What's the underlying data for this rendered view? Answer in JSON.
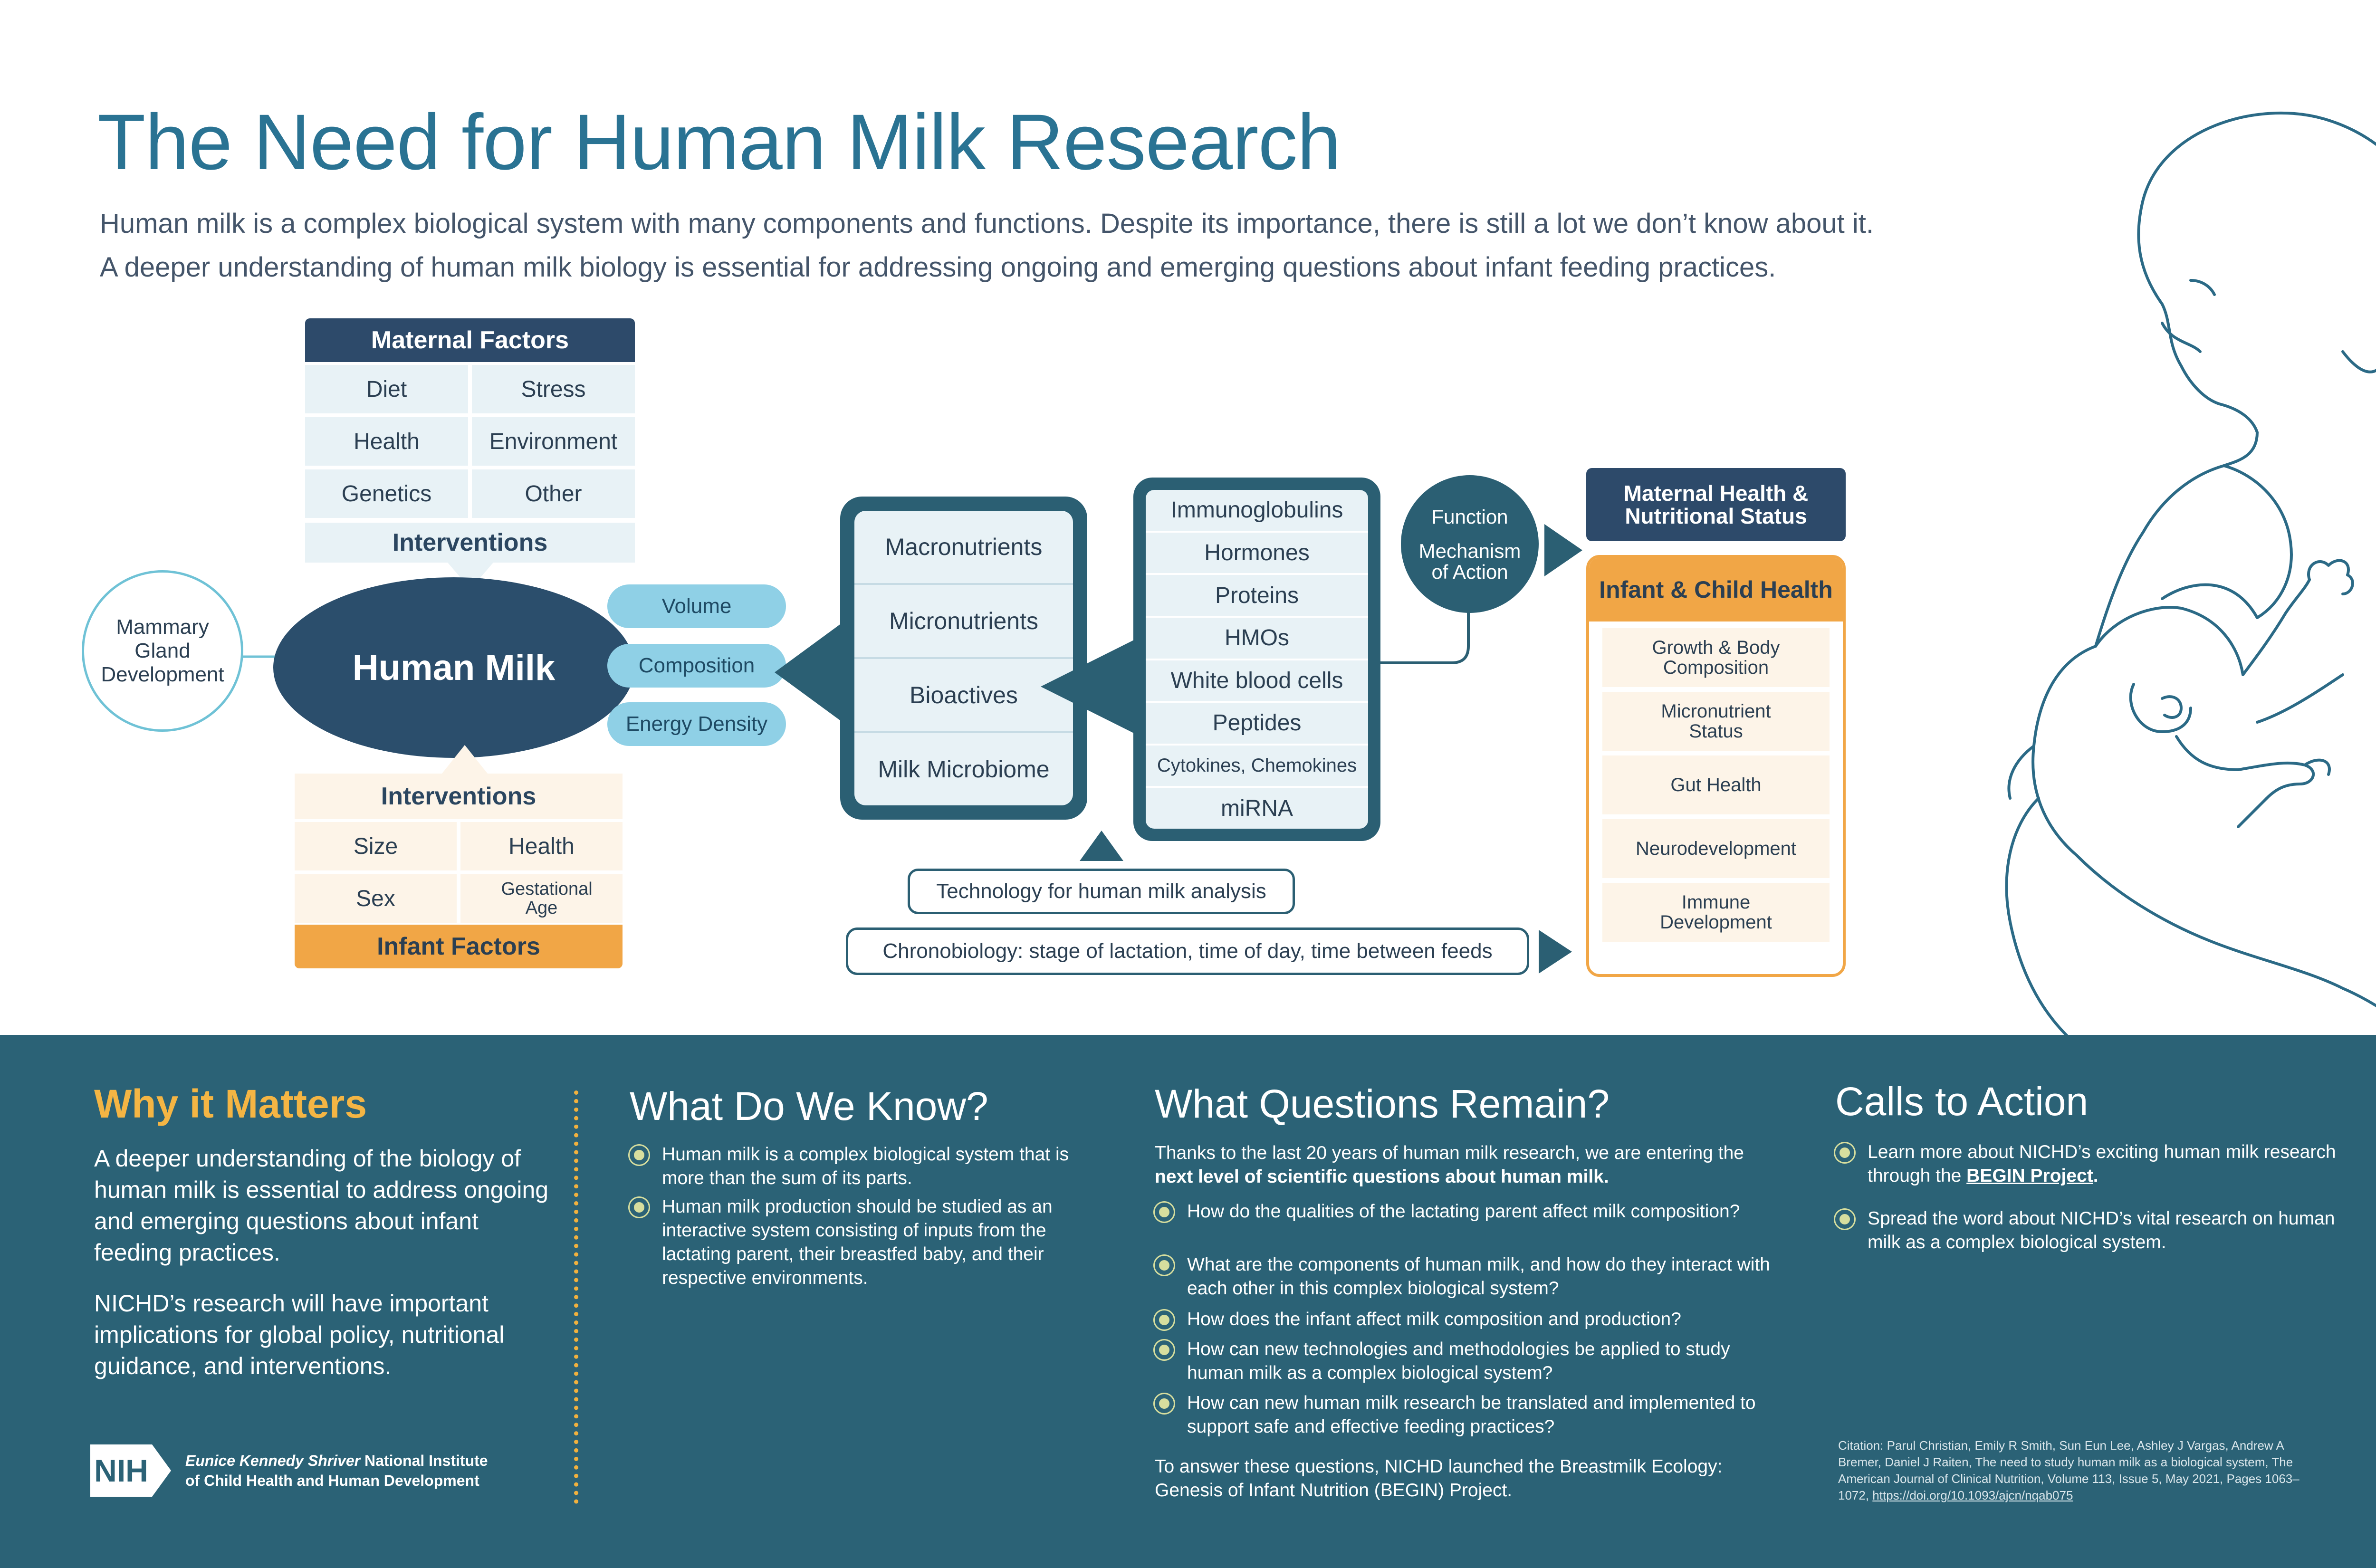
{
  "header": {
    "title": "The Need for Human Milk Research",
    "subtitle_line1": "Human milk is a complex biological system with many components and functions. Despite its importance, there is still a lot we don’t know about it.",
    "subtitle_line2": "A deeper understanding of human milk biology is essential for addressing ongoing and emerging questions about infant feeding practices."
  },
  "maternal": {
    "heading": "Maternal Factors",
    "cells": [
      "Diet",
      "Stress",
      "Health",
      "Environment",
      "Genetics",
      "Other"
    ],
    "interventions": "Interventions"
  },
  "mammary": {
    "line1": "Mammary",
    "line2": "Gland",
    "line3": "Development"
  },
  "human_milk": {
    "label": "Human Milk",
    "properties": [
      "Volume",
      "Composition",
      "Energy Density"
    ]
  },
  "infant": {
    "interventions": "Interventions",
    "cells": [
      "Size",
      "Health",
      "Sex",
      "Gestational Age"
    ],
    "heading": "Infant Factors"
  },
  "components": [
    "Macronutrients",
    "Micronutrients",
    "Bioactives",
    "Milk Microbiome"
  ],
  "bioactives": [
    "Immunoglobulins",
    "Hormones",
    "Proteins",
    "HMOs",
    "White blood cells",
    "Peptides",
    "Cytokines, Chemokines",
    "miRNA"
  ],
  "function": {
    "line1": "Function",
    "line2": "Mechanism",
    "line3": "of Action"
  },
  "outcomes": {
    "maternal": "Maternal Health & Nutritional Status",
    "infant_heading": "Infant & Child Health",
    "infant_items": [
      "Growth & Body Composition",
      "Micronutrient Status",
      "Gut Health",
      "Neurodevelopment",
      "Immune Development"
    ]
  },
  "technology": "Technology for human milk analysis",
  "chronobiology": "Chronobiology: stage of lactation, time of day, time between feeds",
  "why": {
    "title": "Why it Matters",
    "p1": "A deeper understanding of the biology of human milk is essential to address ongoing and emerging questions about infant feeding practices.",
    "p2": "NICHD’s research will have important implications for global policy, nutritional guidance, and interventions."
  },
  "know": {
    "title": "What Do We Know?",
    "bullets": [
      "Human milk is a complex biological system that is more than the sum of its parts.",
      "Human milk production should be studied as an interactive system consisting of inputs from the lactating parent, their breastfed baby, and their respective environments."
    ]
  },
  "questions": {
    "title": "What Questions Remain?",
    "intro_plain": "Thanks to the last 20 years of human milk research, we are entering the ",
    "intro_bold": "next level of scientific questions about human milk.",
    "bullets": [
      "How do the qualities of the lactating parent affect milk composition?",
      "What are the components of human milk, and how do they interact with each other in this complex biological system?",
      "How does the infant affect milk composition and production?",
      "How can new technologies and methodologies be applied to study human milk as a complex biological system?",
      "How can new human milk research be translated and implemented to support safe and effective feeding practices?"
    ],
    "outro": "To answer these questions, NICHD launched the Breastmilk Ecology: Genesis of Infant Nutrition (BEGIN) Project."
  },
  "cta": {
    "title": "Calls to Action",
    "b1_plain": "Learn more about NICHD’s exciting human milk research through the ",
    "b1_link": "BEGIN Project",
    "b1_end": ".",
    "b2": "Spread the word about NICHD’s vital research on human milk as a complex biological system."
  },
  "logo": {
    "badge": "NIH",
    "line1_italic": "Eunice Kennedy Shriver",
    "line1_rest": " National Institute",
    "line2": "of Child Health and Human Development"
  },
  "citation": {
    "text": "Citation: Parul Christian, Emily R Smith, Sun Eun Lee, Ashley J Vargas, Andrew A Bremer, Daniel J Raiten, The need to study human milk as a biological system, The American Journal of Clinical Nutrition, Volume 113, Issue 5, May 2021, Pages 1063–1072, ",
    "link": "https://doi.org/10.1093/ajcn/nqab075"
  },
  "colors": {
    "title_blue": "#2a7393",
    "navy": "#2d4a6a",
    "teal": "#2b5f73",
    "bottom_bg": "#2b6276",
    "orange": "#f1a646",
    "light_blue": "#8fd0e6",
    "pale_blue": "#e8f2f6",
    "cream": "#fdf4e8",
    "gold": "#f4b544"
  }
}
